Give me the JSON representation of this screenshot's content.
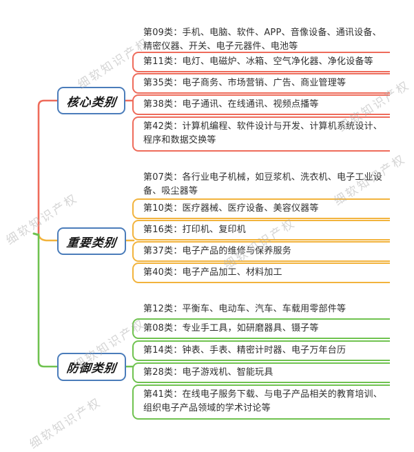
{
  "watermark": {
    "text": "细软知识产权",
    "color": "#c9c9c9"
  },
  "palette": {
    "node_border": "#4a7cba",
    "text_color": "#2e2e2e"
  },
  "groups": [
    {
      "label": "核心类别",
      "color": "#ee6b5a",
      "items": [
        {
          "text": "第09类：手机、电脑、软件、APP、音像设备、通讯设备、精密仪器、开关、电子元器件、电池等",
          "boxed": false
        },
        {
          "text": "第11类：电灯、电磁炉、冰箱、空气净化器、净化设备等",
          "boxed": true
        },
        {
          "text": "第35类：电子商务、市场营销、广告、商业管理等",
          "boxed": true
        },
        {
          "text": "第38类：电子通讯、在线通讯、视频点播等",
          "boxed": true
        },
        {
          "text": "第42类：计算机编程、软件设计与开发、计算机系统设计、程序和数据交换等",
          "boxed": true
        }
      ]
    },
    {
      "label": "重要类别",
      "color": "#f2b33c",
      "items": [
        {
          "text": "第07类：各行业电子机械，如豆浆机、洗衣机、电子工业设备、吸尘器等",
          "boxed": false
        },
        {
          "text": "第10类：医疗器械、医疗设备、美容仪器等",
          "boxed": true
        },
        {
          "text": "第16类：打印机、复印机",
          "boxed": true
        },
        {
          "text": "第37类：电子产品的维修与保养服务",
          "boxed": true
        },
        {
          "text": "第40类：电子产品加工、材料加工",
          "boxed": true
        }
      ]
    },
    {
      "label": "防御类别",
      "color": "#6fc24f",
      "items": [
        {
          "text": "第12类：平衡车、电动车、汽车、车载用零部件等",
          "boxed": false
        },
        {
          "text": "第08类：专业手工具，如研磨器具、镊子等",
          "boxed": true
        },
        {
          "text": "第14类：钟表、手表、精密计时器、电子万年台历",
          "boxed": true
        },
        {
          "text": "第28类：电子游戏机、智能玩具",
          "boxed": true
        },
        {
          "text": "第41类：在线电子服务下载、与电子产品相关的教育培训、组织电子产品领域的学术讨论等",
          "boxed": true
        }
      ]
    }
  ]
}
